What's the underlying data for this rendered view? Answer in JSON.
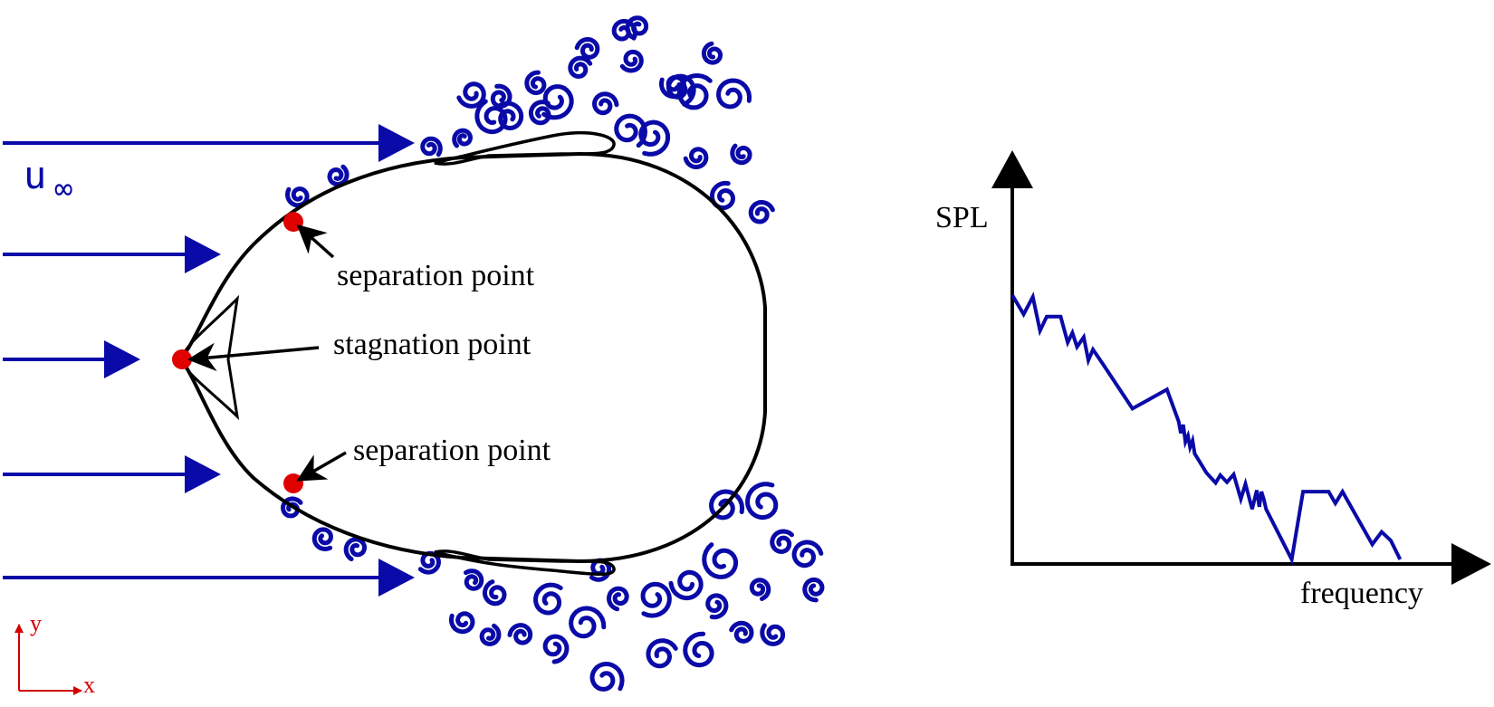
{
  "labels": {
    "freestream": "u",
    "infinity": "∞",
    "separation_top": "separation point",
    "stagnation": "stagnation point",
    "separation_bottom": "separation point",
    "axis_y": "y",
    "axis_x": "x"
  },
  "chart_data": {
    "type": "line",
    "ylabel": "SPL",
    "xlabel": "frequency",
    "xlim": [
      0,
      100
    ],
    "ylim": [
      0,
      100
    ],
    "x": [
      0,
      2.7,
      4.9,
      6.6,
      8.2,
      11.5,
      13.2,
      14.3,
      15.4,
      17.0,
      18.1,
      19.2,
      21.4,
      28.6,
      36.8,
      39.6,
      40.1,
      40.7,
      41.2,
      41.8,
      42.3,
      42.9,
      43.4,
      46.2,
      48.4,
      49.5,
      51.1,
      52.7,
      54.4,
      55.5,
      57.1,
      58.2,
      58.8,
      59.3,
      59.9,
      60.4,
      66.5,
      69.2,
      75.3,
      76.9,
      78.6,
      85.7,
      87.9,
      90.1,
      92.3
    ],
    "y": [
      78.7,
      73.0,
      78.2,
      68.1,
      72.3,
      72.3,
      64.6,
      67.5,
      63.3,
      66.2,
      59.3,
      62.5,
      58.5,
      44.9,
      50.6,
      41.1,
      37.6,
      40.1,
      35.0,
      36.8,
      33.4,
      35.4,
      31.5,
      25.8,
      22.8,
      25.1,
      23.0,
      25.3,
      18.0,
      22.5,
      15.0,
      20.6,
      15.7,
      20.2,
      17.8,
      15.0,
      0,
      20.2,
      20.2,
      16.7,
      20.2,
      4.5,
      8.2,
      5.6,
      0
    ]
  },
  "colors": {
    "flow": "#0a0aa8",
    "point": "#e00000",
    "outline": "#000000",
    "axes_red": "#d40000"
  }
}
